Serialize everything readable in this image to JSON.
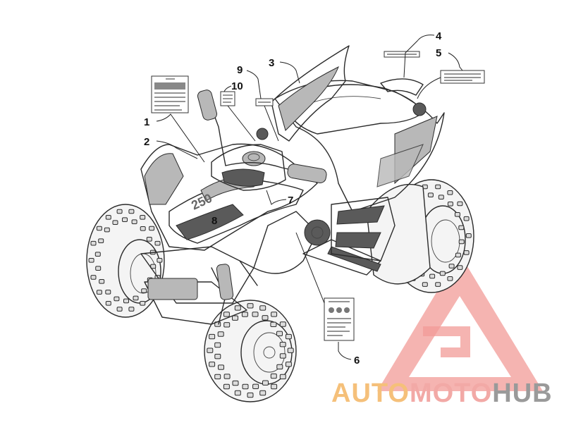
{
  "callouts": [
    {
      "id": "1",
      "label": "1"
    },
    {
      "id": "2",
      "label": "2"
    },
    {
      "id": "3",
      "label": "3"
    },
    {
      "id": "4",
      "label": "4"
    },
    {
      "id": "5",
      "label": "5"
    },
    {
      "id": "6",
      "label": "6"
    },
    {
      "id": "7",
      "label": "7"
    },
    {
      "id": "8",
      "label": "8"
    },
    {
      "id": "9",
      "label": "9"
    },
    {
      "id": "10",
      "label": "10"
    }
  ],
  "watermark": {
    "part1": "AUTO",
    "part2": "MOTO",
    "part3": "HUB",
    "color1": "#f5c07a",
    "color2": "#f2a9a6",
    "color3": "#9a9a9a",
    "logo_color": "#f08a86"
  },
  "vehicle": {
    "fender_text": "250"
  }
}
